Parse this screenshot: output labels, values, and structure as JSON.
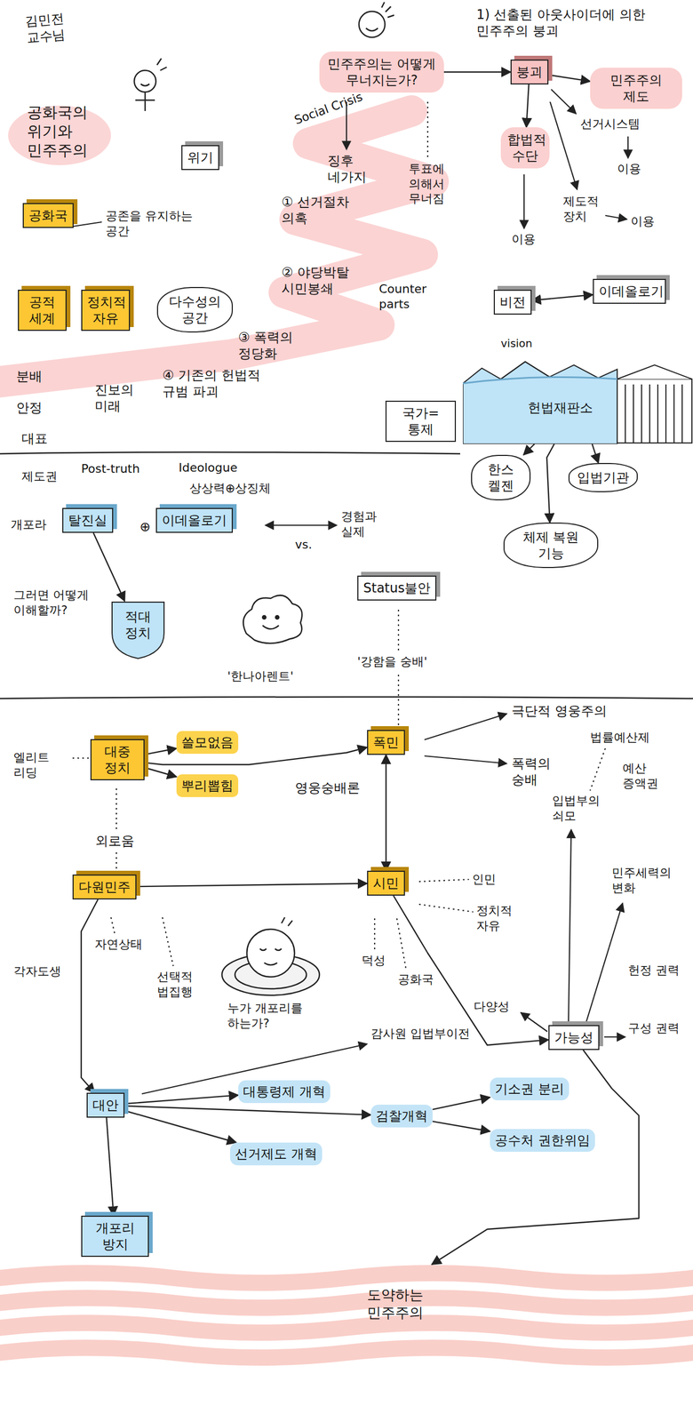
{
  "diagram": {
    "title": "공화국의 위기와 민주주의",
    "nodes": [
      {
        "text": [
          "위기"
        ]
      },
      {
        "text": [
          "민주주의는 어떻게 무너지는가?"
        ]
      },
      {
        "text": [
          "붕괴"
        ]
      },
      {
        "text": [
          "민주주의 제도"
        ]
      },
      {
        "text": [
          "합법적 수단"
        ]
      },
      {
        "text": [
          "공화국"
        ]
      },
      {
        "text": [
          "공적 세계"
        ]
      },
      {
        "text": [
          "정치적 자유"
        ]
      },
      {
        "text": [
          "다수성의 공간"
        ]
      },
      {
        "text": [
          "비전"
        ]
      },
      {
        "text": [
          "이데올로기"
        ]
      },
      {
        "text": [
          "국가=통제"
        ]
      },
      {
        "text": [
          "헌법재판소"
        ]
      },
      {
        "text": [
          "한스 켈젠"
        ]
      },
      {
        "text": [
          "입법기관"
        ]
      },
      {
        "text": [
          "체제 복원 기능"
        ]
      },
      {
        "text": [
          "탈진실"
        ]
      },
      {
        "text": [
          "이데올로기"
        ]
      },
      {
        "text": [
          "Status불안"
        ]
      },
      {
        "text": [
          "적대 정치"
        ]
      },
      {
        "text": [
          "대중 정치"
        ]
      },
      {
        "text": [
          "쓸모없음"
        ]
      },
      {
        "text": [
          "뿌리뽑힘"
        ]
      },
      {
        "text": [
          "폭민"
        ]
      },
      {
        "text": [
          "다원민주"
        ]
      },
      {
        "text": [
          "시민"
        ]
      },
      {
        "text": [
          "가능성"
        ]
      },
      {
        "text": [
          "대안"
        ]
      },
      {
        "text": [
          "대통령제 개혁"
        ]
      },
      {
        "text": [
          "검찰개혁"
        ]
      },
      {
        "text": [
          "기소권 분리"
        ]
      },
      {
        "text": [
          "공수처 권한위임"
        ]
      },
      {
        "text": [
          "선거제도 개혁"
        ]
      },
      {
        "text": [
          "개포리 방지"
        ]
      },
      {
        "text": [
          "도약하는 민주주의"
        ]
      }
    ],
    "edges": [
      {
        "from": 1,
        "to": 2,
        "arrow": "to"
      },
      {
        "from": 2,
        "to": 3,
        "arrow": "to"
      },
      {
        "from": 2,
        "to": 4,
        "arrow": "to"
      },
      {
        "from": 9,
        "to": 10,
        "arrow": "both"
      },
      {
        "from": 12,
        "to": 13,
        "arrow": "to"
      },
      {
        "from": 12,
        "to": 14,
        "arrow": "to"
      },
      {
        "from": 12,
        "to": 15,
        "arrow": "to"
      },
      {
        "from": 16,
        "to": 19,
        "arrow": "to"
      },
      {
        "from": 20,
        "to": 21,
        "arrow": "to"
      },
      {
        "from": 20,
        "to": 22,
        "arrow": "to"
      },
      {
        "from": 20,
        "to": 23,
        "arrow": "to"
      },
      {
        "from": 24,
        "to": 25,
        "arrow": "to"
      },
      {
        "from": 25,
        "to": 23,
        "arrow": "both"
      },
      {
        "from": 25,
        "to": 26,
        "arrow": "to"
      },
      {
        "from": 24,
        "to": 27,
        "arrow": "to"
      },
      {
        "from": 27,
        "to": 28,
        "arrow": "to"
      },
      {
        "from": 27,
        "to": 29,
        "arrow": "to"
      },
      {
        "from": 27,
        "to": 32,
        "arrow": "to"
      },
      {
        "from": 27,
        "to": 33,
        "arrow": "to"
      },
      {
        "from": 29,
        "to": 30,
        "arrow": "to"
      },
      {
        "from": 29,
        "to": 31,
        "arrow": "to"
      },
      {
        "from": 26,
        "to": 34,
        "arrow": "to"
      }
    ],
    "labels": [
      "김민전 교수님",
      "Social Crisis",
      "징후 네가지",
      "투표에 의해서 무너짐",
      "1) 선출된 아웃사이더에 의한 민주주의 붕괴",
      "선거시스템",
      "이용",
      "이용",
      "제도적 장치",
      "이용",
      "공존을 유지하는 공간",
      "① 선거절차 의혹",
      "② 야당박탈 시민봉쇄",
      "③ 폭력의 정당화",
      "④ 기존의 헌법적 규범 파괴",
      "Counter parts",
      "vision",
      "분배",
      "안정",
      "대표",
      "진보의 미래",
      "제도권",
      "Post-truth",
      "Ideologue",
      "상상력⊕상징체",
      "개포라",
      "⊕",
      "vs.",
      "경험과 실제",
      "그러면 어떻게 이해할까?",
      "'한나아렌트'",
      "'강함을 숭배'",
      "영웅숭배론",
      "극단적 영웅주의",
      "폭력의 숭배",
      "엘리트 리딩",
      "외로움",
      "자연상태",
      "각자도생",
      "선택적 법집행",
      "누가 개포리를 하는가?",
      "인민",
      "정치적 자유",
      "덕성",
      "공화국",
      "다양성",
      "민주세력의 변화",
      "헌정 권력",
      "구성 권력",
      "입법부의 쇠모",
      "법률예산제",
      "예산 증액권",
      "감사원 입법부이전"
    ]
  }
}
